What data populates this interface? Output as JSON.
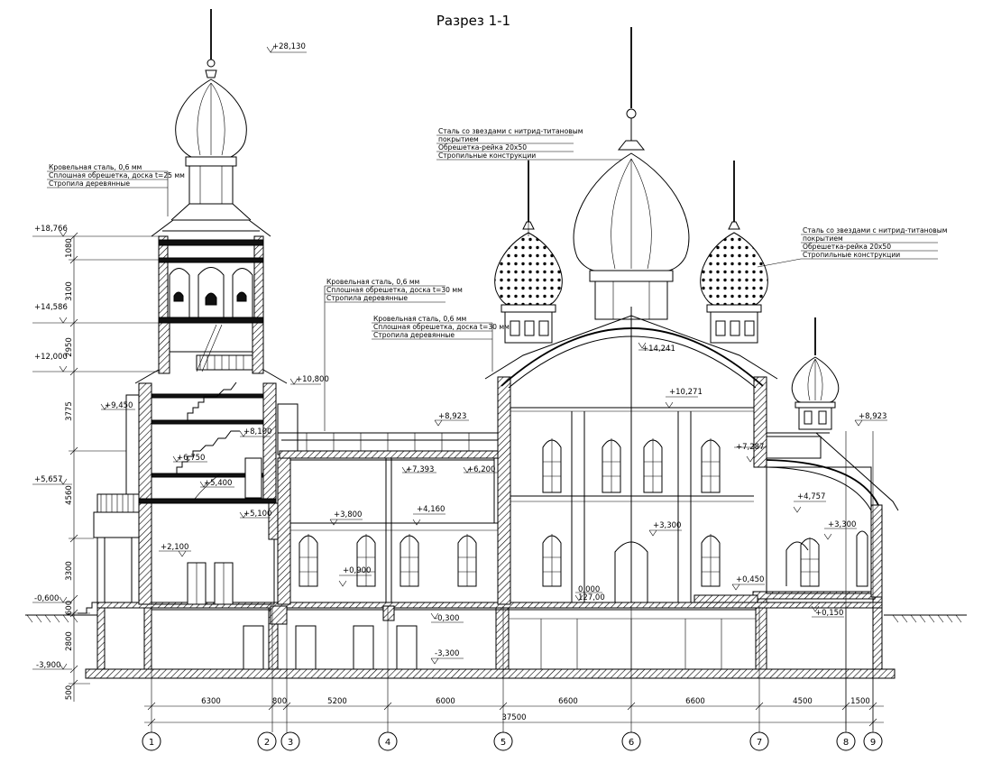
{
  "title": "Разрез 1-1",
  "levels": {
    "l28130": "+28,130",
    "l18766": "+18,766",
    "l14586": "+14,586",
    "l12000": "+12,000",
    "l10800": "+10,800",
    "l9450": "+9,450",
    "l8100": "+8,100",
    "l6750": "+6,750",
    "l5657": "+5,657",
    "l5400": "+5,400",
    "l5100": "+5,100",
    "l2100": "+2,100",
    "l0600m": "-0,600",
    "l3900m": "-3,900",
    "l8923a": "+8,923",
    "l7393": "+7,393",
    "l6200": "+6,200",
    "l4160": "+4,160",
    "l3800": "+3,800",
    "l0900": "+0,900",
    "l0300m": "-0,300",
    "l3300m": "-3,300",
    "l14241": "+14,241",
    "l10271": "+10,271",
    "l7287": "+7,287",
    "l3300a": "+3,300",
    "l0000": "0,000",
    "l12700": "127,00",
    "l0450": "+0,450",
    "l8923b": "+8,923",
    "l4757": "+4,757",
    "l3300b": "+3,300",
    "l0150": "+0,150"
  },
  "notes": {
    "bell": [
      "Кровельная сталь, 0,6 мм",
      "Сплошная обрешетка, доска  t=25 мм",
      "Стропила деревянные"
    ],
    "roofA": [
      "Кровельная сталь, 0,6 мм",
      "Сплошная обрешетка, доска  t=30 мм",
      "Стропила деревянные"
    ],
    "roofB": [
      "Кровельная сталь, 0,6 мм",
      "Сплошная обрешетка, доска  t=30 мм",
      "Стропила деревянные"
    ],
    "domeMain": [
      "Сталь со звездами с нитрид-титановым",
      "покрытием",
      "Обрешетка-рейка 20х50",
      "Стропильные конструкции"
    ],
    "domeRight": [
      "Сталь со звездами с нитрид-титановым",
      "покрытием",
      "Обрешетка-рейка 20х50",
      "Стропильные конструкции"
    ]
  },
  "vdims": [
    "1080",
    "3100",
    "2950",
    "3775",
    "4560",
    "3300",
    "600",
    "2800",
    "500"
  ],
  "hdims": [
    "6300",
    "800",
    "5200",
    "6000",
    "6600",
    "6600",
    "4500",
    "1500"
  ],
  "total": "37500",
  "axes": [
    "1",
    "2",
    "3",
    "4",
    "5",
    "6",
    "7",
    "8",
    "9"
  ]
}
